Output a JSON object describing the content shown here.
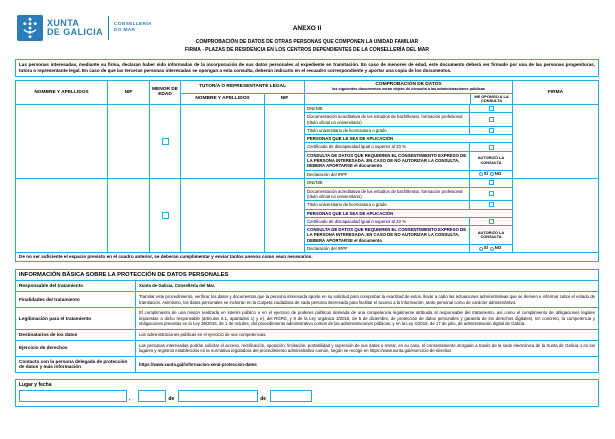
{
  "colors": {
    "accent": "#29a8e2",
    "logo_blue": "#2b7cb9"
  },
  "header": {
    "logo_line1": "XUNTA",
    "logo_line2": "DE GALICIA",
    "dept_line1": "CONSELLERÍA",
    "dept_line2": "DO MAR",
    "annex": "ANEXO II",
    "title_line1": "COMPROBACIÓN DE DATOS DE OTRAS PERSONAS QUE COMPONEN LA UNIDAD FAMILIAR",
    "title_line2": "FIRMA - PLAZAS DE RESIDENCIA EN LOS CENTROS DEPENDIENTES DE LA CONSELLERÍA DEL MAR"
  },
  "intro": "Las personas interesadas, mediante su firma, declaran haber sido informadas de la incorporación de sus datos personales al expediente en tramitación. En caso de menores de edad, este documento deberá ser firmado por una de las personas progenitoras, tutora o representante legal. En caso de que las terceras personas interesadas se opongan a esta consulta, deberán indicarlo en el recuadro correspondiente y aportar una copia de los documentos.",
  "table": {
    "headers": {
      "nombre": "NOMBRE Y APELLIDOS",
      "nif": "NIF",
      "menor": "MENOR DE EDAD",
      "tutor": "TUTOR/A O REPRESENTANTE LEGAL",
      "tutor_nombre": "NOMBRE Y APELLIDOS",
      "tutor_nif": "NIF",
      "comprobacion": "COMPROBACIÓN DE DATOS",
      "comprobacion_sub": "los siguientes documentos serán objeto de consulta a las administraciones públicas",
      "oppose": "ME OPONGO A LA CONSULTA",
      "firma": "FIRMA"
    },
    "items": {
      "dni": "DNI/NIE",
      "studies": "Documentación acreditativa de los estudios de bachillerato, formación profesional (título oficial no universitario)",
      "degree": "Título universitario de licenciatura o grado",
      "applicable_header": "PERSONAS QUE LE SEA DE APLICACIÓN",
      "disability": "Certificado de discapacidad igual o superior al 33 %",
      "aeat_notice": "CONSULTA DE DATOS QUE REQUIEREN EL CONSENTIMIENTO EXPRESO DE LA PERSONA INTERESADA. EN CASO DE NO AUTORIZAR LA CONSULTA, DEBERÁ APORTARSE el documento",
      "authorize": "AUTORIZO LA CONSULTA",
      "irpf": "Declaración del IRPF",
      "yes": "SÍ",
      "no": "NO"
    },
    "note": "De no ser suficiente el espacio previsto en el cuadro anterior, se deberán cumplimentar y enviar tantos anexos como sean necesarios."
  },
  "privacy": {
    "title": "INFORMACIÓN BÁSICA SOBRE LA PROTECCIÓN DE DATOS PERSONALES",
    "rows": [
      {
        "label": "Responsable del tratamiento",
        "value": "Xunta de Galicia. Consellería del Mar."
      },
      {
        "label": "Finalidades del tratamiento",
        "value": "Tramitar este procedimiento, verificar los datos y documentos que la persona interesada aporte en su solicitud para comprobar la exactitud de estos, llevar a cabo las actuaciones administrativas que se deriven e informar sobre el estado de tramitación. Asimismo, los datos personales se incluirán en la Carpeta ciudadana de cada persona interesada para facilitar el acceso a la información, tanto personal como de carácter administrativo."
      },
      {
        "label": "Legitimación para el tratamiento",
        "value": "El cumplimiento de una misión realizada en interés público o en el ejercicio de poderes públicos derivada de una competencia legalmente atribuida al responsable del tratamiento, así como el cumplimiento de obligaciones legales impuestas a dicho responsable (artículos 6.1, apartados c) y e), del RGPD, y 8 de la Ley orgánica 3/2018, de 5 de diciembre, de protección de datos personales y garantía de los derechos digitales). En concreto, la competencia y obligaciones previstas en la Ley 39/2015, de 1 de octubre, del procedimiento administrativo común de las administraciones públicas, y en la Ley 4/2019, de 17 de julio, de administración digital de Galicia."
      },
      {
        "label": "Destinatarios de los datos",
        "value": "Las administraciones públicas en el ejercicio de sus competencias."
      },
      {
        "label": "Ejercicio de derechos",
        "value": "Las personas interesadas podrán solicitar el acceso, rectificación, oposición, limitación, portabilidad y supresión de sus datos o retirar, en su caso, el consentimiento otorgado a través de la sede electrónica de la Xunta de Galicia o en los lugares y registros establecidos en la normativa reguladora del procedimiento administrativo común, según se recoge en https://www.xunta.gal/exercicio-de-dereitos"
      },
      {
        "label": "Contacto con la persona delegada de protección de datos y más información",
        "value": "https://www.xunta.gal/informacion-xeral-proteccion-datos"
      }
    ]
  },
  "footer": {
    "label": "Lugar y fecha",
    "comma": ",",
    "de1": "de",
    "de2": "de"
  }
}
